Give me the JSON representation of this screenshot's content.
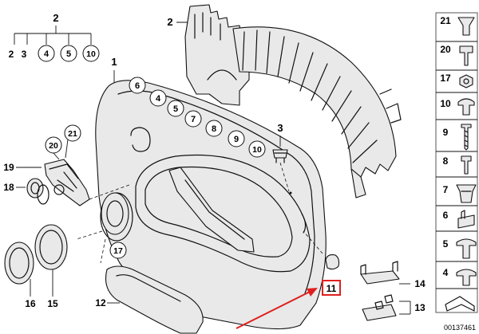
{
  "diagram": {
    "callouts_top": [
      {
        "id": "c-2",
        "label": "2"
      },
      {
        "id": "c-2b",
        "label": "2"
      },
      {
        "id": "c-3",
        "label": "3"
      },
      {
        "id": "c-4",
        "label": "4"
      },
      {
        "id": "c-5",
        "label": "5"
      },
      {
        "id": "c-10",
        "label": "10"
      }
    ],
    "callouts_main": [
      {
        "id": "c-2-top",
        "label": "2"
      },
      {
        "id": "c-1",
        "label": "1"
      },
      {
        "id": "c-6",
        "label": "6"
      },
      {
        "id": "c-4m",
        "label": "4"
      },
      {
        "id": "c-5m",
        "label": "5"
      },
      {
        "id": "c-7m",
        "label": "7"
      },
      {
        "id": "c-8m",
        "label": "8"
      },
      {
        "id": "c-9m",
        "label": "9"
      },
      {
        "id": "c-10m",
        "label": "10"
      },
      {
        "id": "c-3m",
        "label": "3"
      },
      {
        "id": "c-21m",
        "label": "21"
      },
      {
        "id": "c-20m",
        "label": "20"
      },
      {
        "id": "c-19",
        "label": "19"
      },
      {
        "id": "c-18",
        "label": "18"
      },
      {
        "id": "c-17m",
        "label": "17"
      },
      {
        "id": "c-16",
        "label": "16"
      },
      {
        "id": "c-15",
        "label": "15"
      },
      {
        "id": "c-12",
        "label": "12"
      },
      {
        "id": "c-11",
        "label": "11"
      },
      {
        "id": "c-14",
        "label": "14"
      },
      {
        "id": "c-13",
        "label": "13"
      }
    ],
    "side_panel": [
      "21",
      "20",
      "17",
      "10",
      "9",
      "8",
      "7",
      "6",
      "5",
      "4"
    ],
    "reference_number": "00137461",
    "highlight_color": "#e02020"
  }
}
